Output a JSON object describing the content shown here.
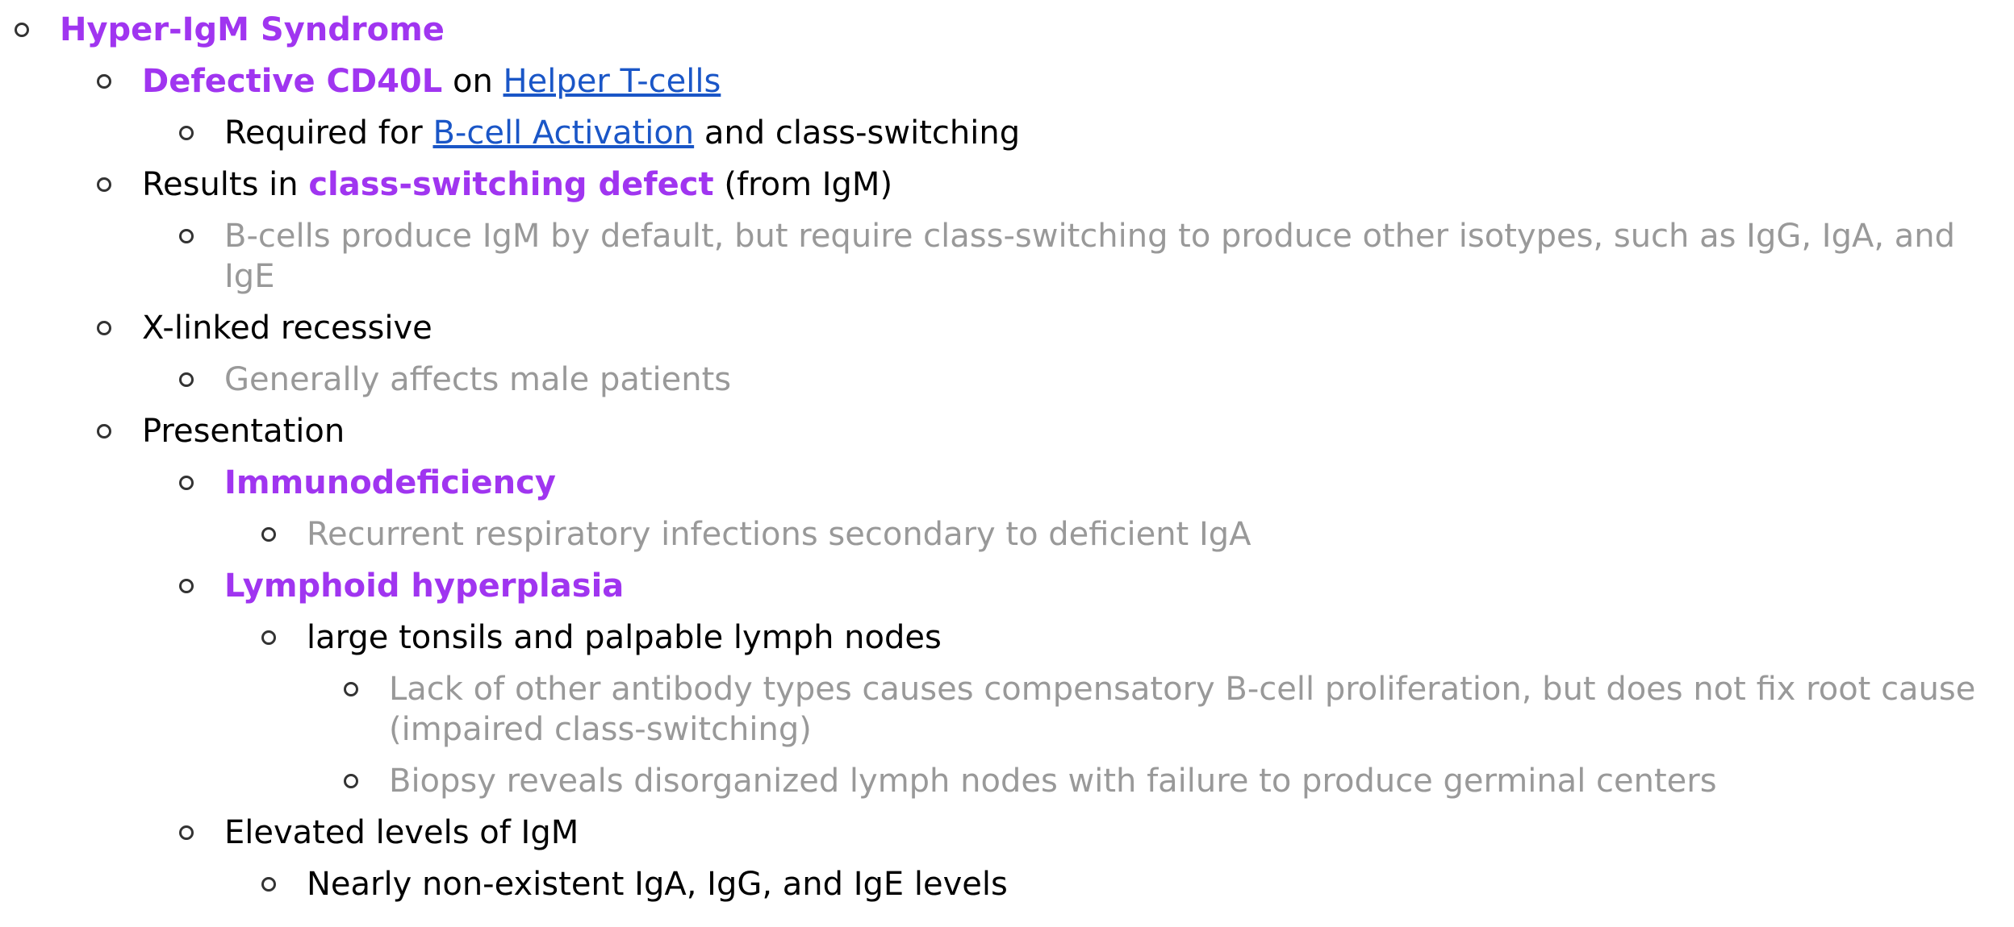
{
  "colors": {
    "highlight": "#a035f0",
    "link": "#1a56c7",
    "muted": "#999999",
    "text": "#000000"
  },
  "outline": {
    "title": "Hyper-IgM Syndrome",
    "cd40l": {
      "highlight": "Defective CD40L",
      "on": " on ",
      "link": "Helper T-cells",
      "required_prefix": "Required for ",
      "required_link": "B-cell Activation",
      "required_suffix": " and class-switching"
    },
    "results": {
      "prefix": "Results in ",
      "highlight": "class-switching defect",
      "suffix": " (from IgM)",
      "note": "B-cells produce IgM by default, but require class-switching to produce other isotypes, such as IgG, IgA, and IgE"
    },
    "xlinked": {
      "label": "X-linked recessive",
      "note": "Generally affects male patients"
    },
    "presentation": {
      "label": "Presentation",
      "immunodeficiency": "Immunodeficiency",
      "immunodeficiency_note": "Recurrent respiratory infections secondary to deficient IgA",
      "lymphoid": "Lymphoid hyperplasia",
      "lymphoid_detail": "large tonsils and palpable lymph nodes",
      "lymphoid_note1": "Lack of other antibody types causes compensatory B-cell proliferation, but does not fix root cause (impaired class-switching)",
      "lymphoid_note2": "Biopsy reveals disorganized lymph nodes with failure to produce germinal centers",
      "elevated": "Elevated levels of IgM",
      "elevated_detail": "Nearly non-existent IgA, IgG, and IgE levels"
    }
  }
}
